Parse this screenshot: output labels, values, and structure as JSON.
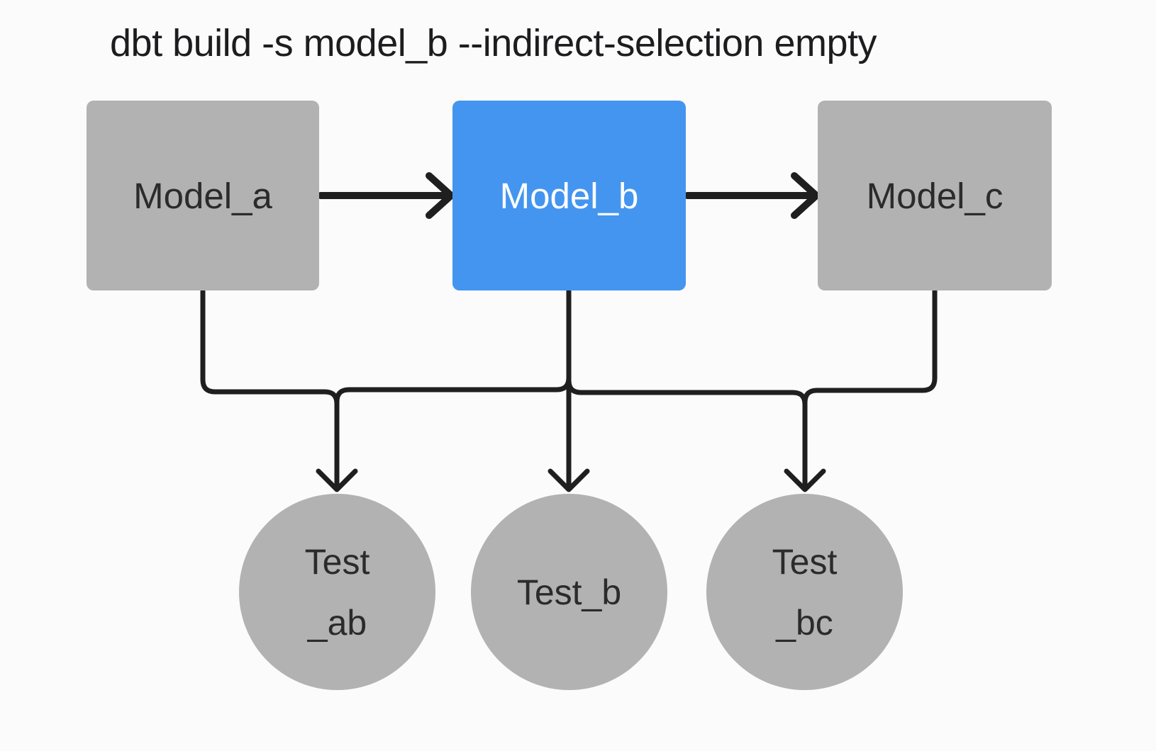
{
  "title": "dbt build -s model_b --indirect-selection empty",
  "colors": {
    "background": "#fbfbfb",
    "node_gray": "#b2b2b2",
    "node_selected_blue": "#4495ef",
    "edge_black": "#1f1f1f",
    "text_dark": "#2b2b2b",
    "text_light": "#fdfdfe"
  },
  "nodes": {
    "model_a": {
      "label": "Model_a",
      "kind": "model",
      "selected": false
    },
    "model_b": {
      "label": "Model_b",
      "kind": "model",
      "selected": true
    },
    "model_c": {
      "label": "Model_c",
      "kind": "model",
      "selected": false
    },
    "test_ab": {
      "label_line1": "Test",
      "label_line2": "_ab",
      "kind": "test",
      "selected": false
    },
    "test_b": {
      "label": "Test_b",
      "kind": "test",
      "selected": false
    },
    "test_bc": {
      "label_line1": "Test",
      "label_line2": "_bc",
      "kind": "test",
      "selected": false
    }
  },
  "edges": [
    {
      "from": "Model_a",
      "to": "Model_b"
    },
    {
      "from": "Model_b",
      "to": "Model_c"
    },
    {
      "from": "Model_a",
      "to": "Test_ab"
    },
    {
      "from": "Model_b",
      "to": "Test_ab"
    },
    {
      "from": "Model_b",
      "to": "Test_b"
    },
    {
      "from": "Model_b",
      "to": "Test_bc"
    },
    {
      "from": "Model_c",
      "to": "Test_bc"
    }
  ]
}
